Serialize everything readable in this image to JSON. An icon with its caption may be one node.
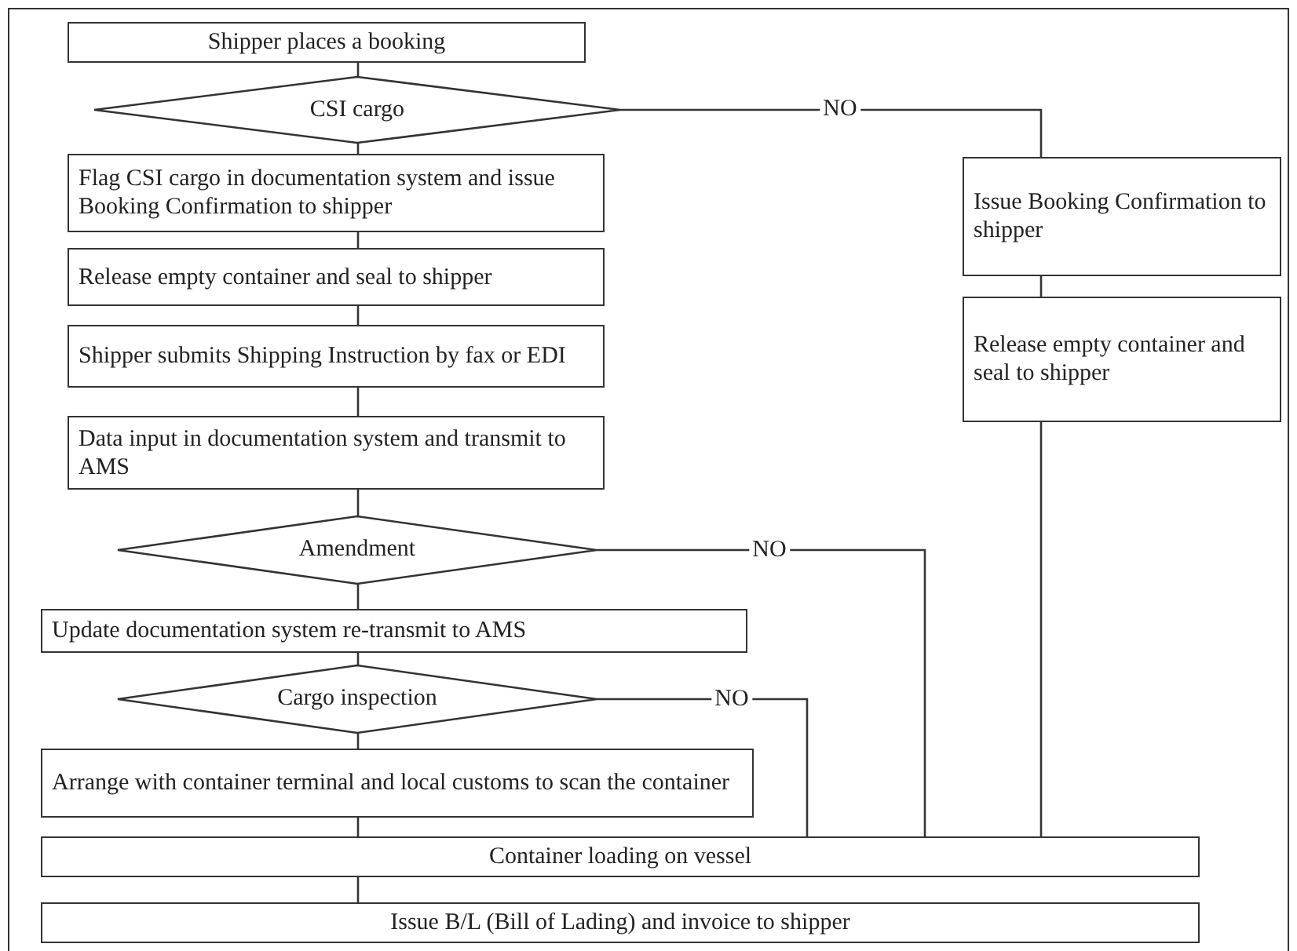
{
  "diagram": {
    "nodes": [
      {
        "text": [
          "Shipper places a booking"
        ]
      },
      {
        "text": [
          "CSI cargo"
        ]
      },
      {
        "text": [
          "Flag CSI cargo in documentation system and issue Booking Confirmation to shipper"
        ]
      },
      {
        "text": [
          "Release empty container and seal to shipper"
        ]
      },
      {
        "text": [
          "Shipper submits Shipping Instruction by fax or EDI"
        ]
      },
      {
        "text": [
          "Data input in documentation system and transmit to AMS"
        ]
      },
      {
        "text": [
          "Amendment"
        ]
      },
      {
        "text": [
          "Update documentation system re-transmit to AMS"
        ]
      },
      {
        "text": [
          "Cargo inspection"
        ]
      },
      {
        "text": [
          "Arrange with container terminal and local customs to scan the container"
        ]
      },
      {
        "text": [
          "Container loading on vessel"
        ]
      },
      {
        "text": [
          "Issue B/L (Bill of Lading) and invoice to shipper"
        ]
      },
      {
        "text": [
          "Issue Booking Confirmation to shipper"
        ]
      },
      {
        "text": [
          "Release empty container and seal to shipper"
        ]
      }
    ],
    "edges": [
      {
        "from": 0,
        "to": 1,
        "arrow": "none"
      },
      {
        "from": 1,
        "to": 2,
        "arrow": "none"
      },
      {
        "from": 2,
        "to": 3,
        "arrow": "none"
      },
      {
        "from": 3,
        "to": 4,
        "arrow": "none"
      },
      {
        "from": 4,
        "to": 5,
        "arrow": "none"
      },
      {
        "from": 5,
        "to": 6,
        "arrow": "none"
      },
      {
        "from": 6,
        "to": 7,
        "arrow": "none"
      },
      {
        "from": 7,
        "to": 8,
        "arrow": "none"
      },
      {
        "from": 8,
        "to": 9,
        "arrow": "none"
      },
      {
        "from": 9,
        "to": 10,
        "arrow": "none"
      },
      {
        "from": 10,
        "to": 11,
        "arrow": "none"
      },
      {
        "from": 1,
        "to": 12,
        "arrow": "none",
        "label": "NO"
      },
      {
        "from": 12,
        "to": 13,
        "arrow": "none"
      },
      {
        "from": 13,
        "to": 10,
        "arrow": "none"
      },
      {
        "from": 6,
        "to": 10,
        "arrow": "none",
        "label": "NO"
      },
      {
        "from": 8,
        "to": 10,
        "arrow": "none",
        "label": "NO"
      }
    ]
  }
}
